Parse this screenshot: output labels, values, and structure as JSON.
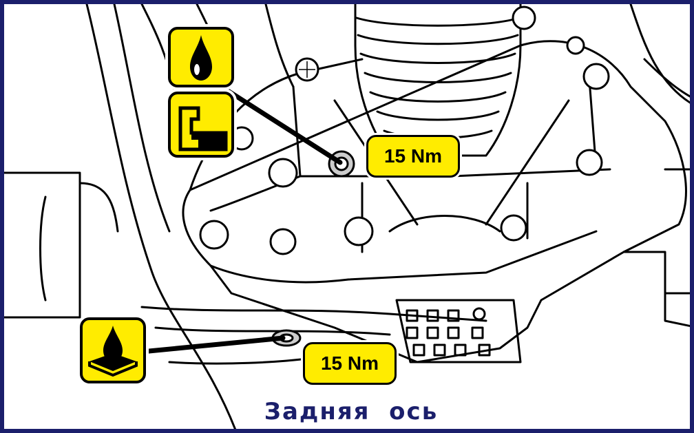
{
  "torque_badges": [
    {
      "label": "15 Nm"
    },
    {
      "label": "15 Nm"
    }
  ],
  "caption": "Задняя  ось",
  "icons": {
    "fill_plug": [
      "oil-drop-icon",
      "fill-level-icon"
    ],
    "drain_plug": [
      "oil-drain-icon"
    ]
  },
  "colors": {
    "badge": "#ffec00",
    "frame": "#1b1f6b",
    "caption": "#1b1f6b"
  }
}
